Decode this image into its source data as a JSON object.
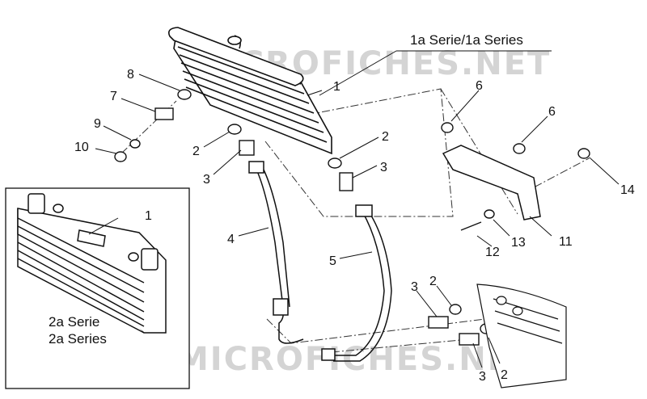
{
  "watermark": "MICROFICHES.NET",
  "series": {
    "first": "1a Serie/1a Series",
    "second_line1": "2a Serie",
    "second_line2": "2a Series"
  },
  "callouts": {
    "c1": "1",
    "c1b": "1",
    "c2a": "2",
    "c2b": "2",
    "c2c": "2",
    "c2d": "2",
    "c3a": "3",
    "c3b": "3",
    "c3c": "3",
    "c3d": "3",
    "c4": "4",
    "c5": "5",
    "c6a": "6",
    "c6b": "6",
    "c7": "7",
    "c8": "8",
    "c9": "9",
    "c10": "10",
    "c11": "11",
    "c12": "12",
    "c13": "13",
    "c14": "14"
  }
}
